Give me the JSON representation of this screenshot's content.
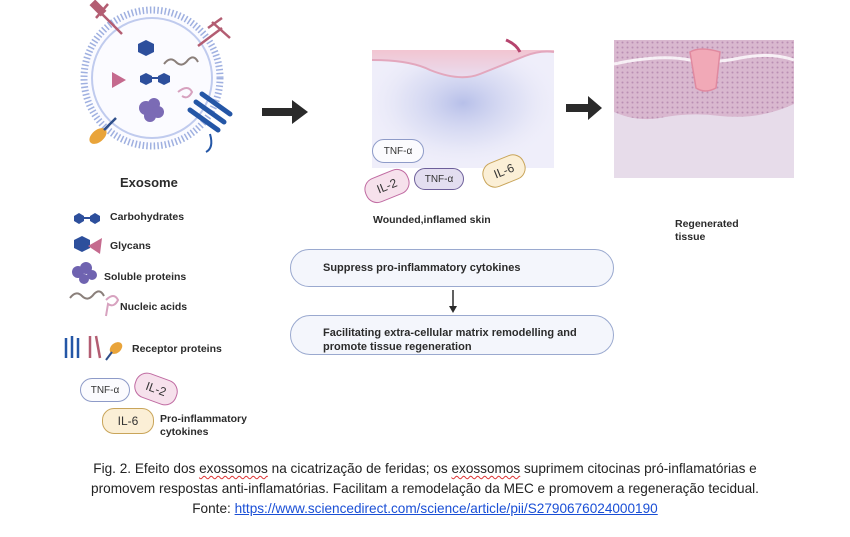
{
  "diagram": {
    "exosome_label": "Exosome",
    "legend": {
      "carbohydrates": "Carbohydrates",
      "glycans": "Glycans",
      "soluble_proteins": "Soluble proteins",
      "nucleic_acids": "Nucleic acids",
      "receptor_proteins": "Receptor proteins",
      "pro_inflammatory_line1": "Pro-inflammatory",
      "pro_inflammatory_line2": "cytokines"
    },
    "cytokines": {
      "tnf": "TNF-α",
      "il2": "IL-2",
      "il6": "IL-6"
    },
    "wounded_label": "Wounded,inflamed skin",
    "regenerated_line1": "Regenerated",
    "regenerated_line2": "tissue",
    "step1": "Suppress pro-inflammatory cytokines",
    "step2_line1": "Facilitating extra-cellular matrix remodelling and",
    "step2_line2": "promote  tissue regeneration"
  },
  "caption": {
    "line1_before": "Fig. 2. Efeito dos ",
    "line1_flag": "exossomos",
    "line1_mid": " na cicatrização de feridas; os ",
    "line1_flag2": "exossomos",
    "line1_after": " suprimem citocinas pró-inflamatórias e",
    "line2": "promovem respostas anti-inflamatórias. Facilitam a remodelação da MEC e promovem a regeneração tecidual.",
    "source_prefix": "Fonte: ",
    "source_url": "https://www.sciencedirect.com/science/article/pii/S2790676024000190"
  },
  "colors": {
    "membrane": "#7b8fd0",
    "tnf_border": "#8e9bc8",
    "il2_border": "#c06ba2",
    "il2_fill": "#f6e1ec",
    "il6_border": "#c9a55a",
    "il6_fill": "#fbefd6",
    "tnf_mid_fill": "#e3def0",
    "arrow": "#2a2a2a"
  }
}
